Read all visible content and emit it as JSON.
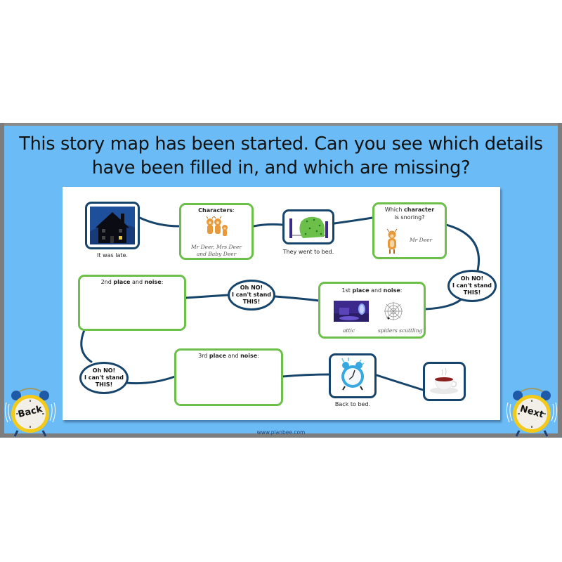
{
  "slide": {
    "title": "This story map has been started. Can you see which details have been filled in, and which are missing?",
    "footer": "www.planbee.com",
    "colors": {
      "background": "#6bbcf6",
      "card": "#ffffff",
      "navy_border": "#17446a",
      "green_border": "#6cc04a"
    }
  },
  "story_map": {
    "step1": {
      "image": "night-house",
      "caption": "It was late."
    },
    "characters": {
      "header_normal": "",
      "header_bold": "Characters",
      "header_suffix": ":",
      "image": "deer-family",
      "text_line1": "Mr Deer, Mrs Deer",
      "text_line2": "and Baby Deer"
    },
    "step2": {
      "image": "bed",
      "caption": "They went to bed."
    },
    "snoring": {
      "header_prefix": "Which ",
      "header_bold": "character",
      "header_line2": "is snoring?",
      "image": "deer",
      "answer": "Mr Deer"
    },
    "exclaim1": {
      "line1": "Oh NO!",
      "line2": "I can't stand",
      "line3": "THIS!"
    },
    "place1": {
      "header_prefix": "1st ",
      "header_bold1": "place",
      "header_mid": " and ",
      "header_bold2": "noise",
      "header_suffix": ":",
      "item1_image": "attic",
      "item1_label": "attic",
      "item2_image": "spider-web",
      "item2_label": "spiders scuttling"
    },
    "exclaim2": {
      "line1": "Oh NO!",
      "line2": "I can't stand",
      "line3": "THIS!"
    },
    "place2": {
      "header_prefix": "2nd ",
      "header_bold1": "place",
      "header_mid": " and ",
      "header_bold2": "noise",
      "header_suffix": ":"
    },
    "exclaim3": {
      "line1": "Oh NO!",
      "line2": "I can't stand",
      "line3": "THIS!"
    },
    "place3": {
      "header_prefix": "3rd ",
      "header_bold1": "place",
      "header_mid": " and ",
      "header_bold2": "noise",
      "header_suffix": ":"
    },
    "step_alarm": {
      "image": "alarm-clock",
      "caption": "Back to bed."
    },
    "step_tea": {
      "image": "tea-cup",
      "caption": ""
    }
  },
  "navigation": {
    "back_label": "Back",
    "next_label": "Next"
  }
}
